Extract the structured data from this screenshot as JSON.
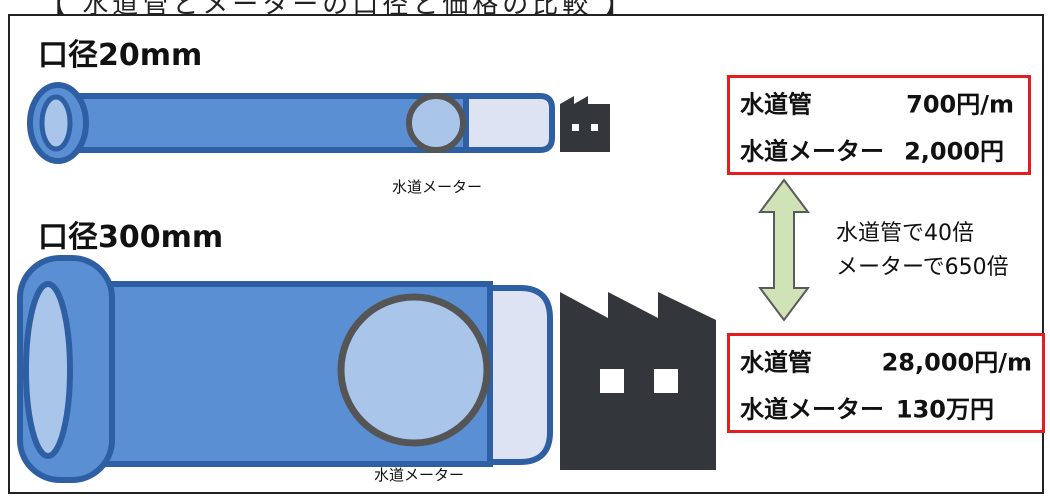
{
  "header_fragment": "【 水道管とメーターの口径と価格の比較 】",
  "small": {
    "diameter_label": "口径20mm",
    "meter_caption": "水道メーター",
    "prices": [
      {
        "name": "水道管",
        "value": "700円/m"
      },
      {
        "name": "水道メーター",
        "value": "2,000円"
      }
    ]
  },
  "large": {
    "diameter_label": "口径300mm",
    "meter_caption": "水道メーター",
    "prices": [
      {
        "name": "水道管",
        "value": "28,000円/m"
      },
      {
        "name": "水道メーター",
        "value": "130万円"
      }
    ]
  },
  "comparison": {
    "line1": "水道管で40倍",
    "line2": "メーターで650倍"
  },
  "colors": {
    "pipe_blue": "#5b8fd4",
    "pipe_outline": "#2f5fa3",
    "pipe_light": "#dde3f3",
    "meter_fill": "#a9c6ea",
    "meter_ring": "#555555",
    "factory": "#33363a",
    "arrow_fill": "#cfe3b6",
    "arrow_stroke": "#5a5a5a",
    "box_border": "#e41e1e"
  }
}
